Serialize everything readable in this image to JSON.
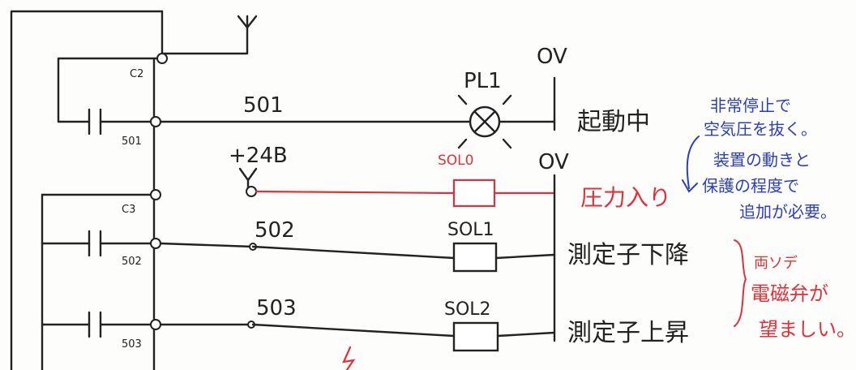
{
  "supply": {
    "p24": "+24B",
    "ov_top": "OV",
    "ov_mid": "OV"
  },
  "terminals": {
    "c2": "C2",
    "t501": "501",
    "c3": "C3",
    "t502": "502",
    "t503": "503"
  },
  "wires": {
    "w501": "501",
    "w502": "502",
    "w503": "503"
  },
  "loads": {
    "pl1": "PL1",
    "sol0": "SOL0",
    "sol1": "SOL1",
    "sol2": "SOL2"
  },
  "functions": {
    "running": "起動中",
    "pressure_in": "圧力入り",
    "probe_down": "測定子下降",
    "probe_up": "測定子上昇"
  },
  "notes": {
    "emergency": [
      "非常停止で",
      "空気圧を抜く。",
      "装置の動きと",
      "保護の程度で",
      "追加が必要。"
    ],
    "dual_solenoid": [
      "両ソデ",
      "電磁弁が",
      "望ましい。"
    ]
  },
  "colors": {
    "ink": "#222222",
    "red_ink": "#e0303a",
    "blue_ink": "#2b3fb8"
  }
}
